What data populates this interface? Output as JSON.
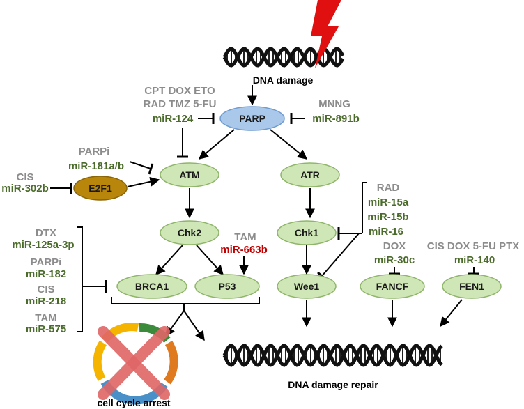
{
  "labels": {
    "dna_damage": "DNA damage",
    "dna_damage_repair": "DNA damage repair",
    "cell_cycle_arrest": "cell cycle arrest"
  },
  "nodes": {
    "parp": "PARP",
    "atm": "ATM",
    "atr": "ATR",
    "e2f1": "E2F1",
    "chk2": "Chk2",
    "chk1": "Chk1",
    "brca1": "BRCA1",
    "p53": "P53",
    "wee1": "Wee1",
    "fancf": "FANCF",
    "fen1": "FEN1"
  },
  "regulators": {
    "parp_left_drugs_1": "CPT DOX ETO",
    "parp_left_drugs_2": "RAD TMZ 5-FU",
    "parp_left_mirna": "miR-124",
    "parp_right_drug": "MNNG",
    "parp_right_mirna": "miR-891b",
    "atm_drug": "PARPi",
    "atm_mirna": "miR-181a/b",
    "e2f1_drug": "CIS",
    "e2f1_mirna": "miR-302b",
    "p53_drug": "TAM",
    "p53_mirna": "miR-663b",
    "chk1_drug": "RAD",
    "chk1_mirna_1": "miR-15a",
    "chk1_mirna_2": "miR-15b",
    "chk1_mirna_3": "miR-16",
    "fancf_drug": "DOX",
    "fancf_mirna": "miR-30c",
    "fen1_drugs": "CIS  DOX  5-FU  PTX",
    "fen1_mirna": "miR-140",
    "bracket_drug_1": "DTX",
    "bracket_mirna_1": "miR-125a-3p",
    "bracket_drug_2": "PARPi",
    "bracket_mirna_2": "miR-182",
    "bracket_drug_3": "CIS",
    "bracket_mirna_3": "miR-218",
    "bracket_drug_4": "TAM",
    "bracket_mirna_4": "miR-575"
  },
  "colors": {
    "node_green": "#cfe6b6",
    "node_green_stroke": "#8fb56a",
    "node_blue": "#a9c8ea",
    "node_blue_stroke": "#6f9bd0",
    "node_gold": "#b8860b",
    "drug_grey": "#8c8c8c",
    "mirna_green": "#4a6b2a",
    "mirna_red": "#c00000",
    "lightning_red": "#e01010"
  },
  "icons": {
    "dna": "dna-helix-icon",
    "lightning": "lightning-bolt-icon",
    "cycle": "cell-cycle-icon",
    "cross": "red-x-icon"
  }
}
